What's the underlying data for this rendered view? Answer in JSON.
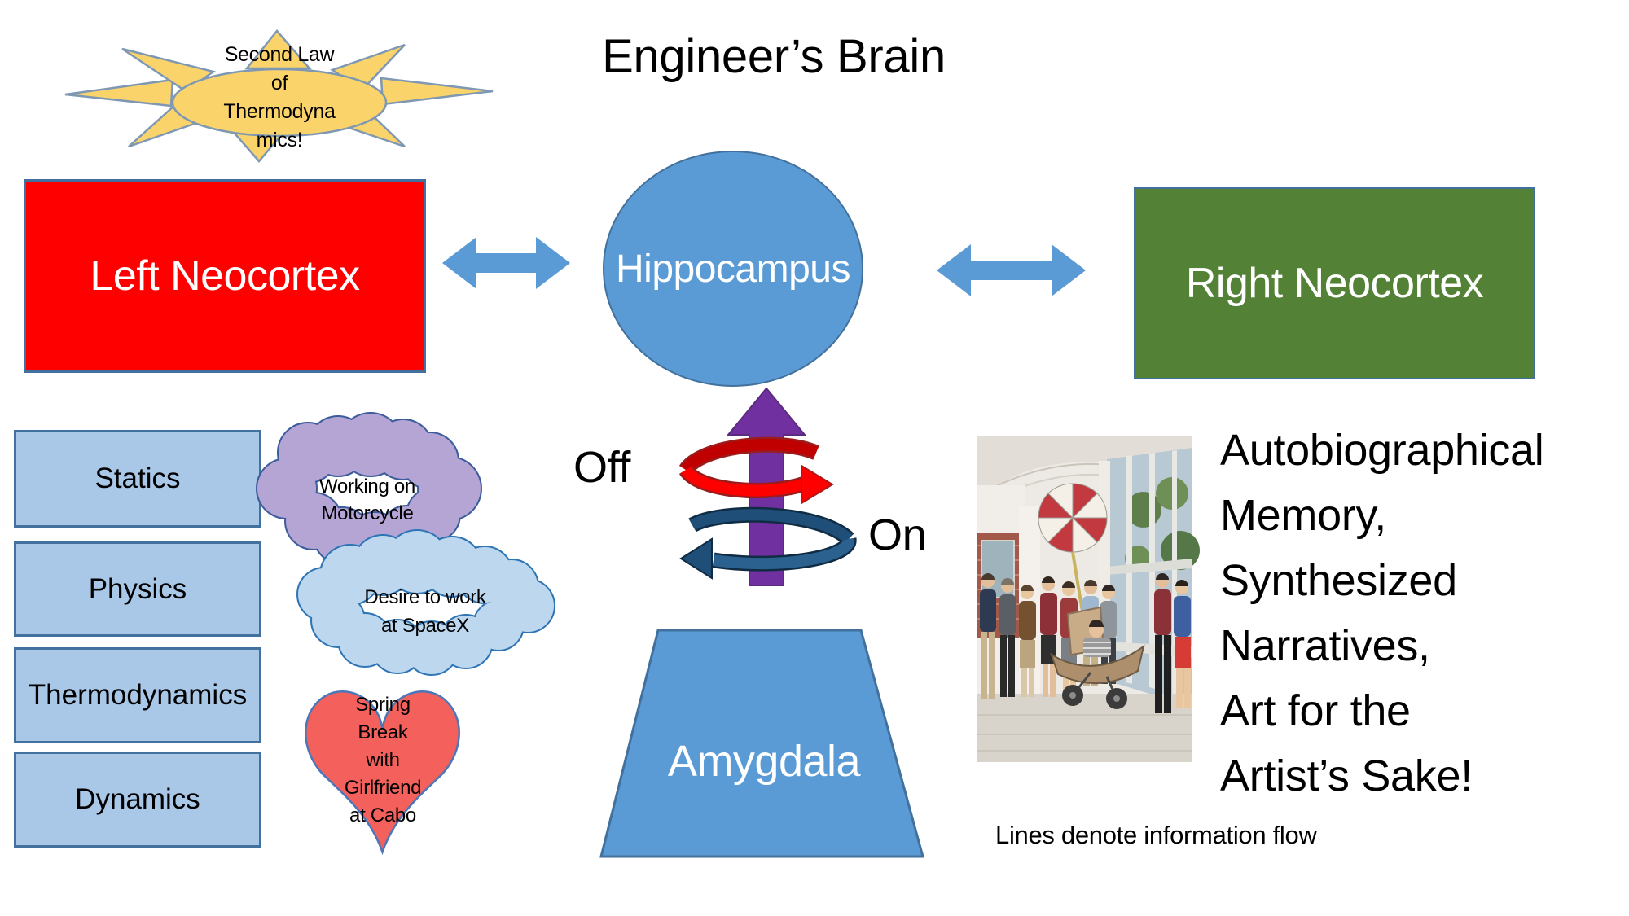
{
  "title": "Engineer’s Brain",
  "sun": {
    "lines": [
      "Second Law",
      "of",
      "Thermodyna",
      "mics!"
    ]
  },
  "regions": {
    "left_neocortex": "Left Neocortex",
    "right_neocortex": "Right Neocortex",
    "hippocampus": "Hippocampus",
    "amygdala": "Amygdala"
  },
  "switch_labels": {
    "off": "Off",
    "on": "On"
  },
  "courses": [
    "Statics",
    "Physics",
    "Thermodynamics",
    "Dynamics"
  ],
  "clouds": {
    "motorcycle": {
      "lines": [
        "Working on",
        "Motorcycle"
      ]
    },
    "spacex": {
      "lines": [
        "Desire to work",
        "at SpaceX"
      ]
    }
  },
  "heart": {
    "lines": [
      "Spring",
      "Break",
      "with",
      "Girlfriend",
      "at Cabo"
    ]
  },
  "right_notes": {
    "lines": [
      "Autobiographical",
      "Memory,",
      "Synthesized",
      "Narratives,",
      "Art for the",
      "Artist’s Sake!"
    ]
  },
  "caption": "Lines denote information flow",
  "photo": {
    "label": "students-with-canoe-cart-and-umbrella"
  },
  "colors": {
    "accent_blue": "#5B9BD5",
    "border_blue": "#41719C",
    "box_red": "#FF0000",
    "box_green": "#538135",
    "light_blue": "#A9C7E7",
    "purple_arrow": "#7030A0",
    "spiral_red": "#FF0000",
    "spiral_navy": "#1F4E79",
    "sun_gold": "#FAD46B",
    "cloud_purple": "#B5A5D5",
    "cloud_blue": "#BDD7EE",
    "heart_red": "#F4615C"
  }
}
